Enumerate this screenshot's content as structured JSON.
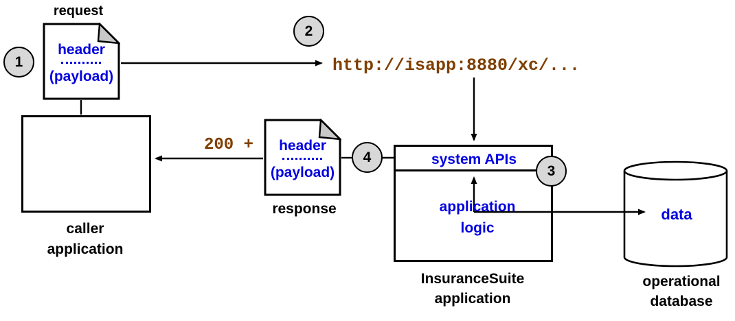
{
  "colors": {
    "blue": "#0202DF",
    "brown": "#7F3F00",
    "circle_fill": "#D8D8D8",
    "fold_fill": "#C8C8C8",
    "line": "#000000"
  },
  "steps": {
    "one": "1",
    "two": "2",
    "three": "3",
    "four": "4"
  },
  "request_doc": {
    "title": "request",
    "header": "header",
    "payload": "(payload)"
  },
  "response_doc": {
    "title": "response",
    "header": "header",
    "payload": "(payload)"
  },
  "messages": {
    "url": "http://isapp:8880/xc/...",
    "status": "200 +"
  },
  "caller": {
    "label": "caller\napplication"
  },
  "insurance_suite": {
    "band_label": "system APIs",
    "body_label": "application\nlogic",
    "caption": "InsuranceSuite\napplication"
  },
  "database": {
    "content_label": "data",
    "caption": "operational\ndatabase"
  }
}
